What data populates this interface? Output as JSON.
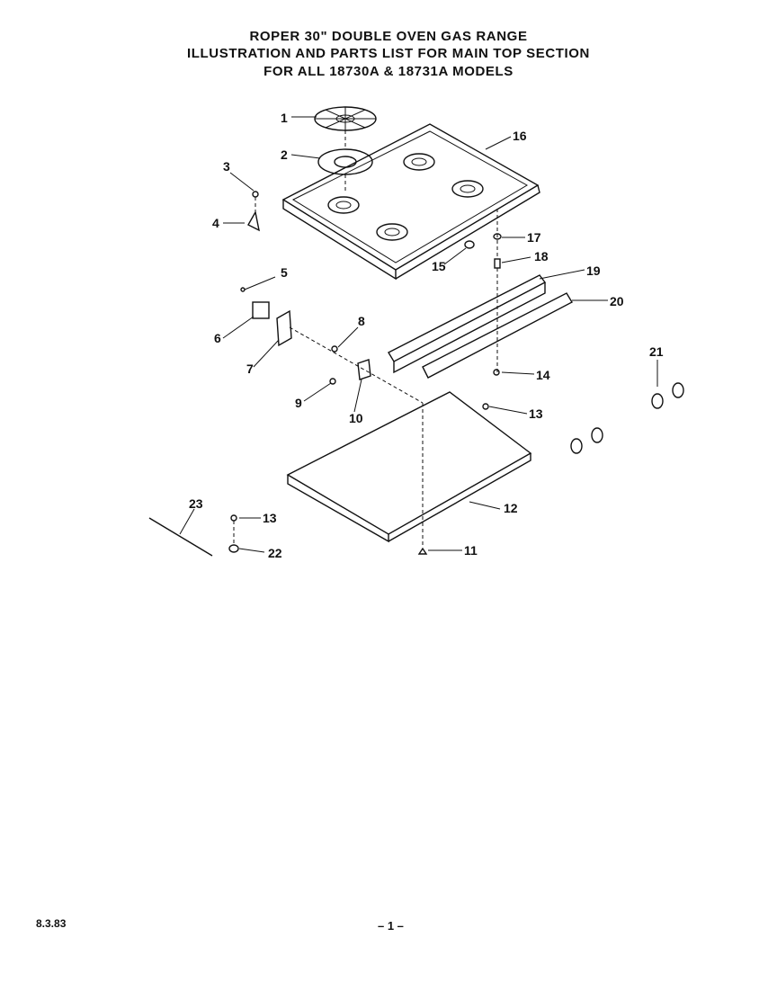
{
  "header": {
    "line1": "ROPER 30\" DOUBLE OVEN GAS RANGE",
    "line2": "ILLUSTRATION AND PARTS LIST FOR MAIN TOP SECTION",
    "line3": "FOR ALL 18730A & 18731A MODELS"
  },
  "callouts": {
    "c1": "1",
    "c2": "2",
    "c3": "3",
    "c4": "4",
    "c5": "5",
    "c6": "6",
    "c7": "7",
    "c8": "8",
    "c9": "9",
    "c10": "10",
    "c11": "11",
    "c12": "12",
    "c13a": "13",
    "c13b": "13",
    "c14": "14",
    "c15": "15",
    "c16": "16",
    "c17": "17",
    "c18": "18",
    "c19": "19",
    "c20": "20",
    "c21": "21",
    "c22": "22",
    "c23": "23"
  },
  "footer": {
    "date": "8.3.83",
    "page": "– 1 –"
  }
}
